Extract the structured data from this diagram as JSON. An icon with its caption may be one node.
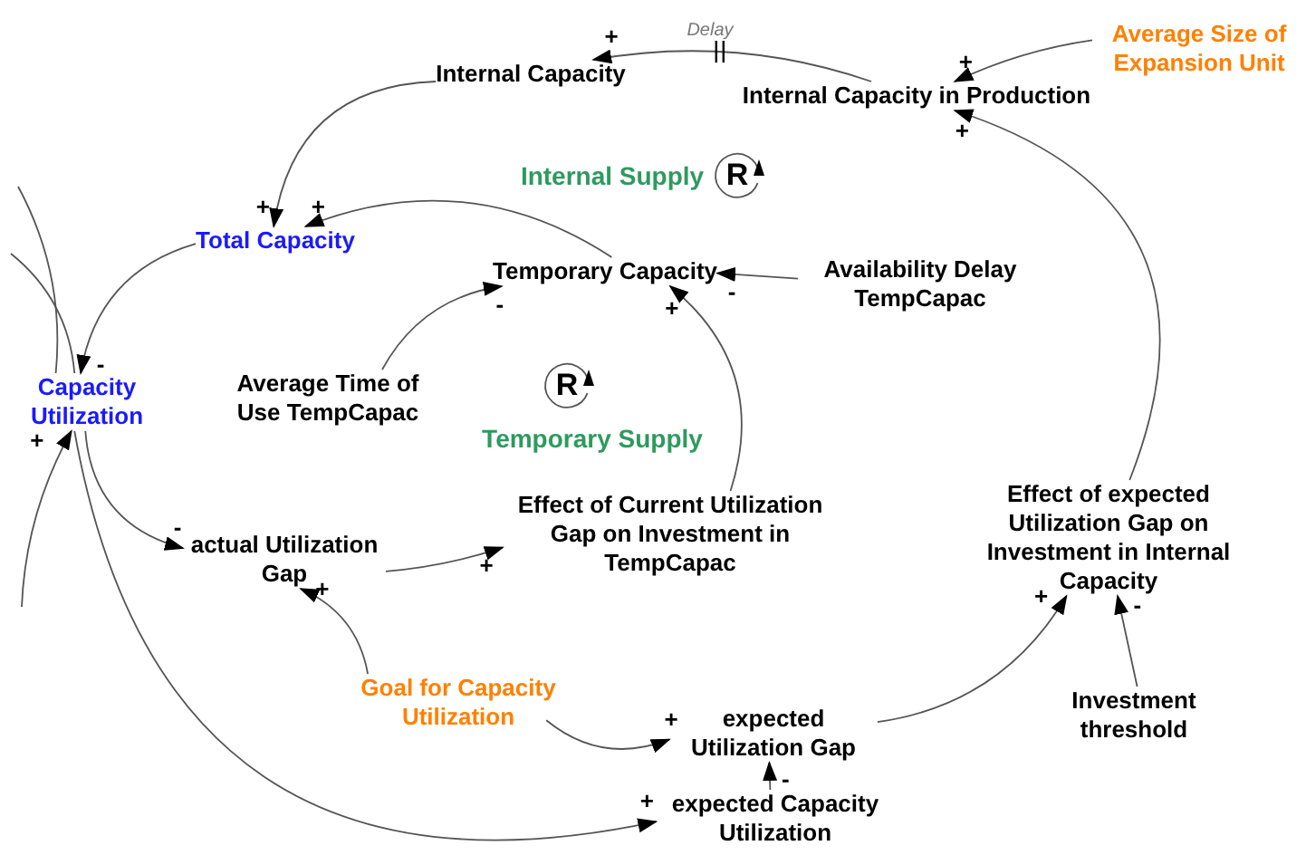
{
  "diagram": {
    "nodes": [
      {
        "text": [
          "Internal Capacity"
        ]
      },
      {
        "text": [
          "Internal Capacity in Production"
        ]
      },
      {
        "text": [
          "Average Size of Expansion Unit"
        ]
      },
      {
        "text": [
          "Total Capacity"
        ]
      },
      {
        "text": [
          "Temporary Capacity"
        ]
      },
      {
        "text": [
          "Availability Delay TempCapac"
        ]
      },
      {
        "text": [
          "Capacity Utilization"
        ]
      },
      {
        "text": [
          "Average Time of Use TempCapac"
        ]
      },
      {
        "text": [
          "Effect of Current Utilization Gap on Investment in TempCapac"
        ]
      },
      {
        "text": [
          "Effect of expected Utilization Gap on Investment in Internal Capacity"
        ]
      },
      {
        "text": [
          "actual Utilization Gap"
        ]
      },
      {
        "text": [
          "Goal for Capacity Utilization"
        ]
      },
      {
        "text": [
          "expected Utilization Gap"
        ]
      },
      {
        "text": [
          "Investment threshold"
        ]
      },
      {
        "text": [
          "expected Capacity Utilization"
        ]
      }
    ],
    "edges": [
      {
        "from": 1,
        "to": 0,
        "arrow": "to",
        "label": "+"
      },
      {
        "from": 2,
        "to": 1,
        "arrow": "to",
        "label": "+"
      },
      {
        "from": 9,
        "to": 1,
        "arrow": "to",
        "label": "+"
      },
      {
        "from": 0,
        "to": 3,
        "arrow": "to",
        "label": "+"
      },
      {
        "from": 4,
        "to": 3,
        "arrow": "to",
        "label": "+"
      },
      {
        "from": 3,
        "to": 6,
        "arrow": "to",
        "label": "-"
      },
      {
        "from": 7,
        "to": 4,
        "arrow": "to",
        "label": "-"
      },
      {
        "from": 5,
        "to": 4,
        "arrow": "to",
        "label": "-"
      },
      {
        "from": 8,
        "to": 4,
        "arrow": "to",
        "label": "+"
      },
      {
        "from": 6,
        "to": 10,
        "arrow": "to",
        "label": "-"
      },
      {
        "from": 10,
        "to": 8,
        "arrow": "to",
        "label": "+"
      },
      {
        "from": 11,
        "to": 10,
        "arrow": "to",
        "label": "+"
      },
      {
        "from": 11,
        "to": 12,
        "arrow": "to",
        "label": "+"
      },
      {
        "from": 6,
        "to": 14,
        "arrow": "to",
        "label": "+"
      },
      {
        "from": 14,
        "to": 12,
        "arrow": "to",
        "label": "-"
      },
      {
        "from": 12,
        "to": 9,
        "arrow": "to",
        "label": "+"
      },
      {
        "from": 13,
        "to": 9,
        "arrow": "to",
        "label": "-"
      },
      {
        "from": null,
        "to": 6,
        "arrow": "none"
      },
      {
        "from": null,
        "to": 6,
        "arrow": "none"
      },
      {
        "from": null,
        "to": 6,
        "arrow": "to",
        "label": "+"
      }
    ],
    "labels": [
      "Delay",
      "Internal Supply",
      "R",
      "R",
      "Temporary Supply"
    ]
  }
}
